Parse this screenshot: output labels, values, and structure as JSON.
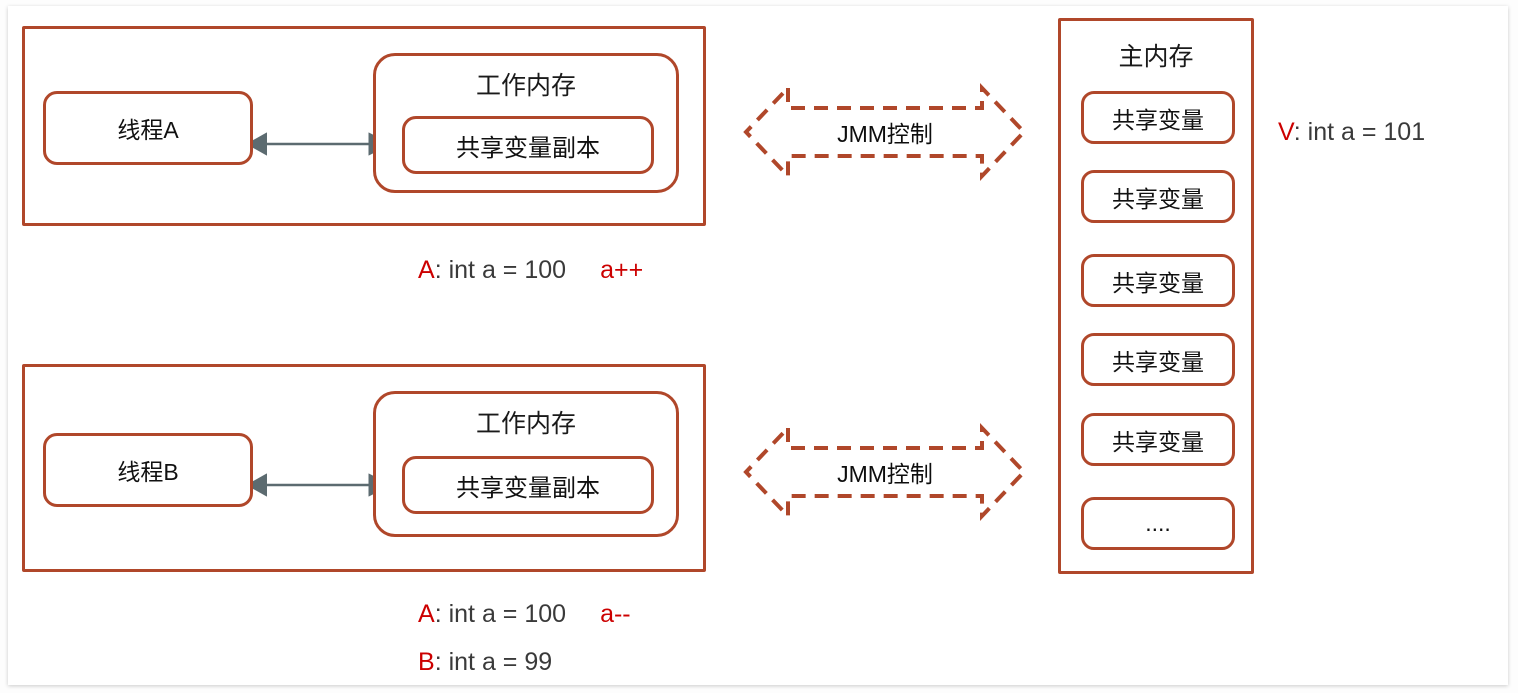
{
  "colors": {
    "brick": "#B0472A",
    "accent_red": "#CC0000",
    "connector_gray": "#5C6B70",
    "text_dark": "#1a1a1a",
    "card_bg": "#ffffff"
  },
  "diagram": {
    "title_semantic": "java-memory-model-diagram",
    "threads": [
      {
        "thread_label": "线程A",
        "working_memory_title": "工作内存",
        "shared_copy_label": "共享变量副本",
        "jmm_label": "JMM控制",
        "captions": [
          {
            "tag": "A",
            "sep": ":",
            "body": "int a = 100",
            "op": "a++"
          }
        ]
      },
      {
        "thread_label": "线程B",
        "working_memory_title": "工作内存",
        "shared_copy_label": "共享变量副本",
        "jmm_label": "JMM控制",
        "captions": [
          {
            "tag": "A",
            "sep": ":",
            "body": "int a = 100",
            "op": "a--"
          },
          {
            "tag": "B",
            "sep": ":",
            "body": "int a = 99",
            "op": ""
          }
        ]
      }
    ],
    "main_memory": {
      "title": "主内存",
      "cells": [
        "共享变量",
        "共享变量",
        "共享变量",
        "共享变量",
        "共享变量",
        "...."
      ]
    },
    "main_memory_value": {
      "tag": "V",
      "sep": ":",
      "body": "int a = 101"
    }
  }
}
